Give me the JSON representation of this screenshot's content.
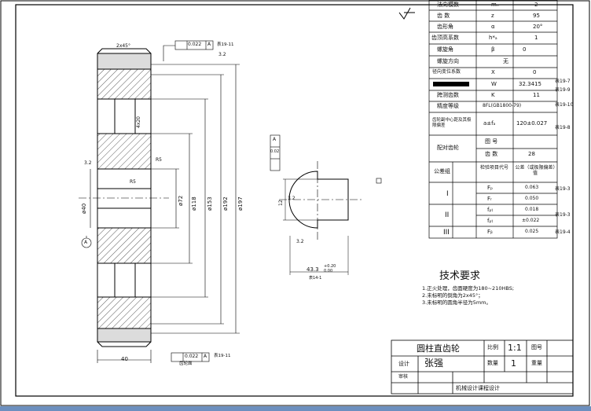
{
  "drawing": {
    "title": "圆柱直齿轮",
    "ratio_label": "比例",
    "ratio": "1:1",
    "drawing_no_label": "图号",
    "design_label": "设计",
    "designer": "张强",
    "qty_label": "数量",
    "qty": "1",
    "weight_label": "重量",
    "review_label": "审核",
    "course": "机械设计课程设计"
  },
  "param_table": {
    "rows": [
      {
        "name": "法向模数",
        "sym": "mₙ",
        "val": "2"
      },
      {
        "name": "齿    数",
        "sym": "z",
        "val": "95"
      },
      {
        "name": "齿形角",
        "sym": "α",
        "val": "20°"
      },
      {
        "name": "齿顶高系数",
        "sym": "h*ₐ",
        "val": "1"
      },
      {
        "name": "螺旋角",
        "sym": "β",
        "val": "0"
      },
      {
        "name": "螺旋方向",
        "sym": "",
        "val": "无"
      },
      {
        "name": "径向变位系数",
        "sym": "X",
        "val": "0"
      },
      {
        "name": "",
        "sym": "W",
        "val": "32.3415"
      },
      {
        "name": "跨测齿数",
        "sym": "K",
        "val": "11"
      },
      {
        "name": "精度等级",
        "sym": "",
        "val": "8FL(GB1800-79)"
      },
      {
        "name": "齿轮副中心距及其极限偏差",
        "sym": "a±fₐ",
        "val": "120±0.027"
      }
    ],
    "mate_label": "配对齿轮",
    "mate_rows": [
      {
        "name": "图  号",
        "val": ""
      },
      {
        "name": "齿  数",
        "val": "28"
      }
    ],
    "group_header": {
      "col1": "公差组",
      "col2": "检验项目代号",
      "col3": "公差（或极限偏差）值"
    },
    "groups": [
      {
        "id": "I",
        "items": [
          {
            "code": "Fₚ",
            "val": "0.063"
          },
          {
            "code": "Fᵣ",
            "val": "0.050"
          }
        ]
      },
      {
        "id": "II",
        "items": [
          {
            "code": "fₚₜ",
            "val": "0.018"
          },
          {
            "code": "fₚₜ",
            "val": "±0.022"
          }
        ]
      },
      {
        "id": "III",
        "items": [
          {
            "code": "Fᵦ",
            "val": "0.025"
          }
        ]
      }
    ],
    "side_notes": [
      "表19-7",
      "表19-9",
      "表19-10",
      "表19-8",
      "表19-3",
      "表19-3",
      "表19-4"
    ]
  },
  "tech_req": {
    "heading": "技术要求",
    "items": [
      "1.正火处理，齿面硬度为180~210HBS;",
      "2.未标明的倒角为2x45°；",
      "3.未标明的圆角半径为5mm。"
    ]
  },
  "dims": {
    "chamfer": "2x45°",
    "tol_top": "0.022",
    "tol_ref": "A",
    "tol_note_top": "表19-11",
    "rough_top": "3.2",
    "d1": "ø72",
    "d2": "ø118",
    "d3": "ø153",
    "d4": "ø192",
    "d5": "ø197",
    "bore": "ø40",
    "width": "40",
    "r1": "R5",
    "r2": "R5",
    "left_rough": "3.2",
    "small_dim": "4x20",
    "tol_bottom": "0.022",
    "tol_note_bottom": "表19-11",
    "bottom_note": "齿轮面",
    "datum": "A",
    "key_width": "12",
    "key_tol": "0.02",
    "key_ref": "A",
    "key_depth": "43.3",
    "key_upper": "+0.20",
    "key_lower": "0.00",
    "key_note": "表14-1",
    "key_rough": "3.2",
    "key_rough2": "3.2"
  }
}
